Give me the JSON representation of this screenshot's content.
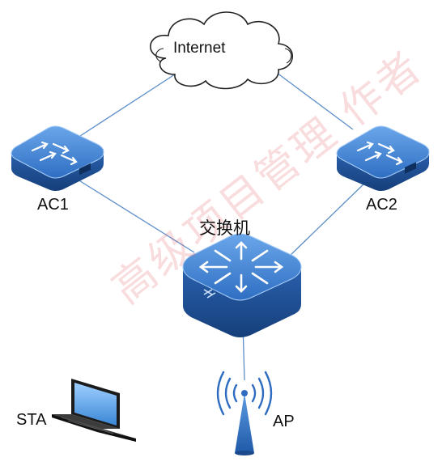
{
  "nodes": {
    "internet": {
      "label": "Internet"
    },
    "ac1": {
      "label": "AC1"
    },
    "ac2": {
      "label": "AC2"
    },
    "switch": {
      "label": "交换机"
    },
    "sta": {
      "label": "STA"
    },
    "ap": {
      "label": "AP"
    }
  },
  "links": [
    {
      "from": "internet",
      "to": "ac1"
    },
    {
      "from": "internet",
      "to": "ac2"
    },
    {
      "from": "ac1",
      "to": "switch"
    },
    {
      "from": "ac2",
      "to": "switch"
    },
    {
      "from": "switch",
      "to": "ap"
    }
  ],
  "watermark": "高级项目管理 作者",
  "colors": {
    "link": "#5b8ec9",
    "device_top": "#3a7fd0",
    "device_side": "#1d4f93"
  }
}
